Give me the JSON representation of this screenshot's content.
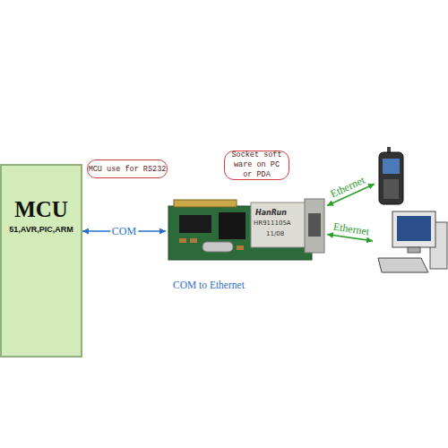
{
  "diagram": {
    "nodes": [
      {
        "text": [
          "MCU",
          "51,AVR,PIC,ARM"
        ]
      },
      {
        "text": [
          "MCU use for RS232"
        ]
      },
      {
        "text": [
          "Socket soft ware on PC or PDA"
        ]
      },
      {
        "text": [
          "HanRun",
          "HR911105A",
          "11/08"
        ]
      },
      {
        "text": []
      },
      {
        "text": []
      }
    ],
    "edges": [
      {
        "from": 0,
        "to": 3,
        "label": "COM",
        "arrow": "both"
      },
      {
        "from": 3,
        "to": 4,
        "label": "Ethernet",
        "arrow": "both"
      },
      {
        "from": 3,
        "to": 5,
        "label": "Ethernet",
        "arrow": "both"
      }
    ],
    "labels": [
      "COM to Ethernet"
    ]
  }
}
